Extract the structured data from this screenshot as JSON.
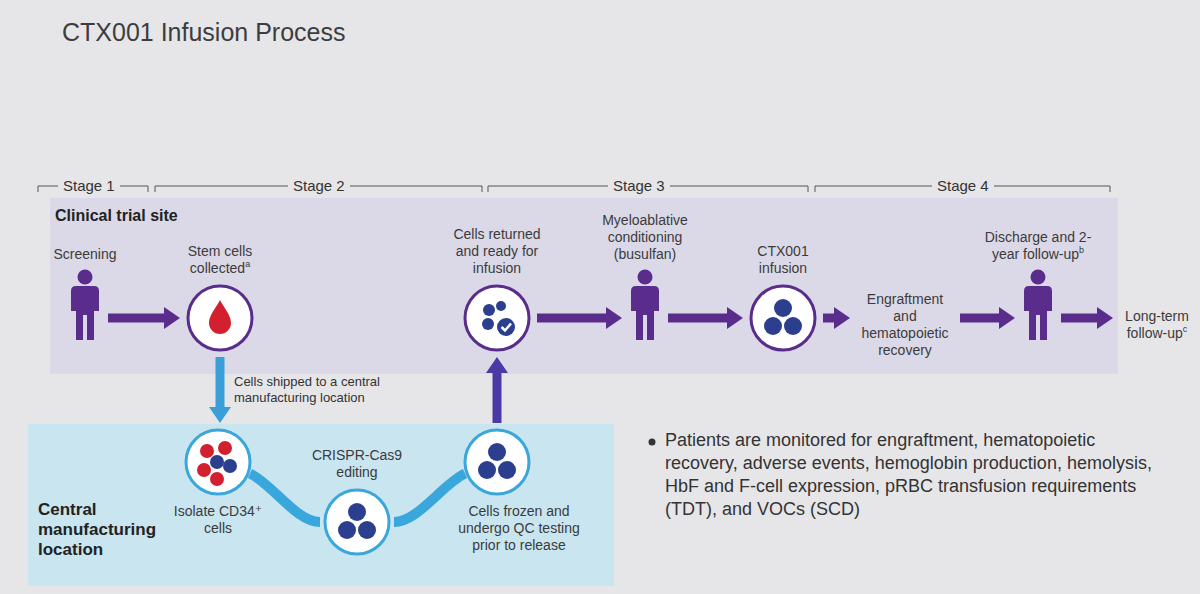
{
  "diagram": {
    "title": "CTX001 Infusion Process",
    "nodes": [
      {
        "text": [
          "Clinical trial site"
        ]
      },
      {
        "text": [
          "Screening"
        ],
        "in": 0
      },
      {
        "text": [
          "Stem cells collected",
          "a"
        ],
        "in": 0
      },
      {
        "text": [
          "Cells returned and ready for infusion"
        ],
        "in": 0
      },
      {
        "text": [
          "Myeloablative conditioning (busulfan)"
        ],
        "in": 0
      },
      {
        "text": [
          "CTX001 infusion"
        ],
        "in": 0
      },
      {
        "text": [
          "Engraftment and hematopoietic recovery"
        ],
        "in": 0
      },
      {
        "text": [
          "Discharge and 2-year follow-up",
          "b"
        ],
        "in": 0
      },
      {
        "text": [
          "Long-term follow-up",
          "c"
        ]
      },
      {
        "text": [
          "Central manufacturing location"
        ]
      },
      {
        "text": [
          "Isolate CD34⁺ cells"
        ],
        "in": 9
      },
      {
        "text": [
          "CRISPR-Cas9 editing"
        ],
        "in": 9
      },
      {
        "text": [
          "Cells frozen and undergo QC testing prior to release"
        ],
        "in": 9
      }
    ],
    "edges": [
      {
        "from": 1,
        "to": 2,
        "arrow": "to"
      },
      {
        "from": 2,
        "to": 10,
        "arrow": "to",
        "label": "Cells shipped to a central manufacturing location"
      },
      {
        "from": 10,
        "to": 11,
        "arrow": "none"
      },
      {
        "from": 11,
        "to": 12,
        "arrow": "none"
      },
      {
        "from": 12,
        "to": 3,
        "arrow": "to"
      },
      {
        "from": 3,
        "to": 4,
        "arrow": "to"
      },
      {
        "from": 4,
        "to": 5,
        "arrow": "to"
      },
      {
        "from": 5,
        "to": 6,
        "arrow": "to"
      },
      {
        "from": 6,
        "to": 7,
        "arrow": "to"
      },
      {
        "from": 7,
        "to": 8,
        "arrow": "to"
      }
    ],
    "labels": [
      "Stage 1",
      "Stage 2",
      "Stage 3",
      "Stage 4",
      "Patients are monitored for engraftment, hematopoietic recovery, adverse events, hemoglobin production, hemolysis, HbF and F-cell expression, pRBC transfusion requirements (TDT), and VOCs (SCD)"
    ]
  }
}
